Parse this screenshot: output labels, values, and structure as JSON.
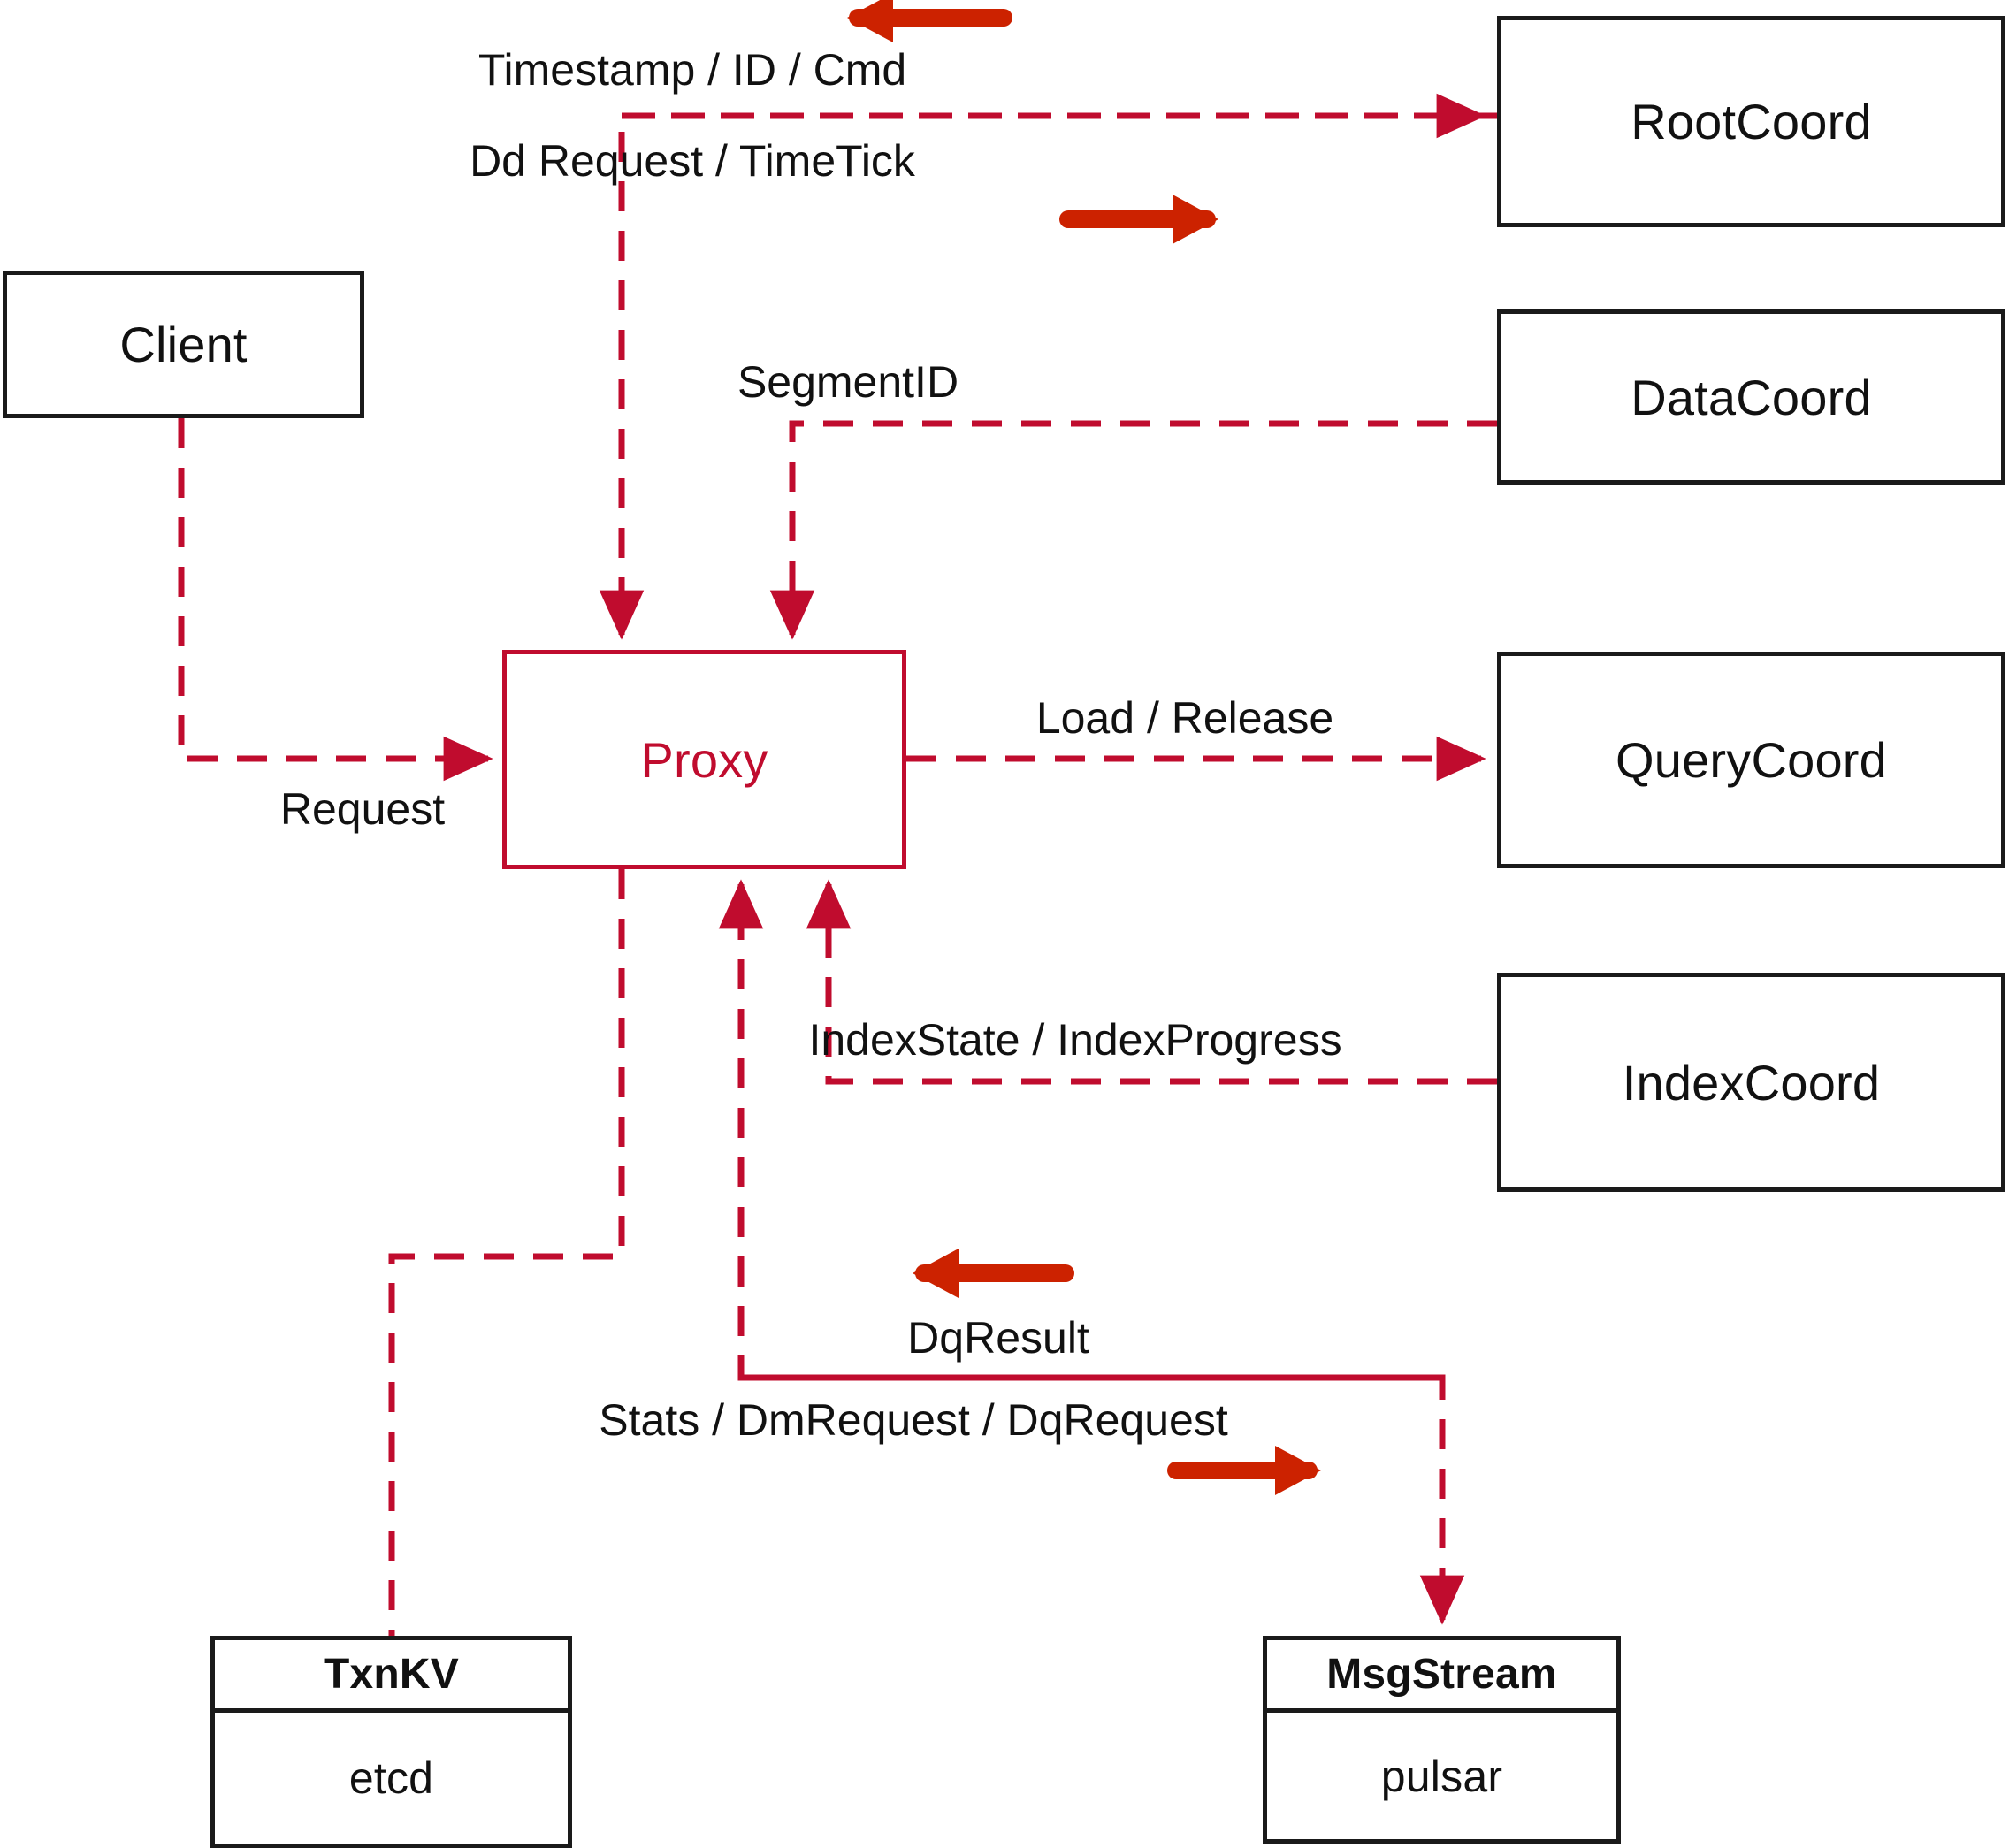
{
  "diagram": {
    "title": "Milvus Proxy interaction diagram",
    "colors": {
      "edge_red": "#c00c2e",
      "arrow_orange_red": "#cc2200",
      "node_border_black": "#1a1a1a",
      "background": "#ffffff"
    },
    "nodes": [
      {
        "id": "client",
        "label": "Client",
        "style": "black"
      },
      {
        "id": "proxy",
        "label": "Proxy",
        "style": "red"
      },
      {
        "id": "rootcoord",
        "label": "RootCoord",
        "style": "black"
      },
      {
        "id": "datacoord",
        "label": "DataCoord",
        "style": "black"
      },
      {
        "id": "querycoord",
        "label": "QueryCoord",
        "style": "black"
      },
      {
        "id": "indexcoord",
        "label": "IndexCoord",
        "style": "black"
      }
    ],
    "split_nodes": [
      {
        "id": "txnkv",
        "head": "TxnKV",
        "body": "etcd"
      },
      {
        "id": "msgstream",
        "head": "MsgStream",
        "body": "pulsar"
      }
    ],
    "edge_labels": [
      {
        "id": "timestamp-id-cmd",
        "text": "Timestamp / ID / Cmd"
      },
      {
        "id": "dd-request-timetick",
        "text": "Dd Request / TimeTick"
      },
      {
        "id": "segmentid",
        "text": "SegmentID"
      },
      {
        "id": "load-release",
        "text": "Load / Release"
      },
      {
        "id": "indexstate-indexprogress",
        "text": "IndexState / IndexProgress"
      },
      {
        "id": "request",
        "text": "Request"
      },
      {
        "id": "dqresult",
        "text": "DqResult"
      },
      {
        "id": "stats-dmrequest-dqrequest",
        "text": "Stats / DmRequest / DqRequest"
      }
    ]
  }
}
